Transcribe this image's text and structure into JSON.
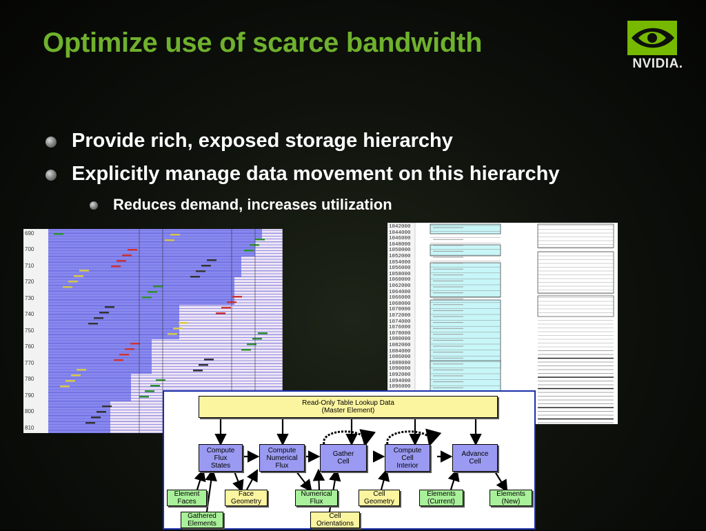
{
  "slide": {
    "title": "Optimize use of scarce bandwidth",
    "logo_text": "NVIDIA.",
    "bullets": [
      "Provide rich, exposed storage hierarchy",
      "Explicitly manage data movement on this hierarchy"
    ],
    "sub_bullets": [
      "Reduces demand, increases utilization"
    ]
  },
  "left_chart": {
    "y_ticks": [
      "690",
      "700",
      "710",
      "720",
      "730",
      "740",
      "750",
      "760",
      "770",
      "780",
      "790",
      "800",
      "810"
    ]
  },
  "right_table": {
    "addresses": [
      "1042000",
      "1044000",
      "1046000",
      "1048000",
      "1050000",
      "1052000",
      "1054000",
      "1056000",
      "1058000",
      "1060000",
      "1062000",
      "1064000",
      "1066000",
      "1068000",
      "1070000",
      "1072000",
      "1074000",
      "1076000",
      "1078000",
      "1080000",
      "1082000",
      "1084000",
      "1086000",
      "1088000",
      "1090000",
      "1092000",
      "1094000",
      "1096000"
    ]
  },
  "diagram": {
    "lookup": [
      "Read-Only Table Lookup Data",
      "(Master Element)"
    ],
    "kernels": {
      "compute_flux_states": [
        "Compute",
        "Flux",
        "States"
      ],
      "compute_numerical_flux": [
        "Compute",
        "Numerical",
        "Flux"
      ],
      "gather_cell": [
        "Gather",
        "Cell"
      ],
      "compute_cell_interior": [
        "Compute",
        "Cell",
        "Interior"
      ],
      "advance_cell": [
        "Advance",
        "Cell"
      ]
    },
    "streams": {
      "element_faces": [
        "Element",
        "Faces"
      ],
      "face_geometry": [
        "Face",
        "Geometry"
      ],
      "numerical_flux": [
        "Numerical",
        "Flux"
      ],
      "cell_geometry": [
        "Cell",
        "Geometry"
      ],
      "elements_current": [
        "Elements",
        "(Current)"
      ],
      "elements_new": [
        "Elements",
        "(New)"
      ],
      "gathered_elements": [
        "Gathered",
        "Elements"
      ],
      "cell_orientations": [
        "Cell",
        "Orientations"
      ]
    }
  },
  "colors": {
    "title": "#6fb12e",
    "kernel": "#9a9af2",
    "stream": "#a9f09a",
    "lookup": "#fbf5a0",
    "frame": "#1a2fa8"
  }
}
